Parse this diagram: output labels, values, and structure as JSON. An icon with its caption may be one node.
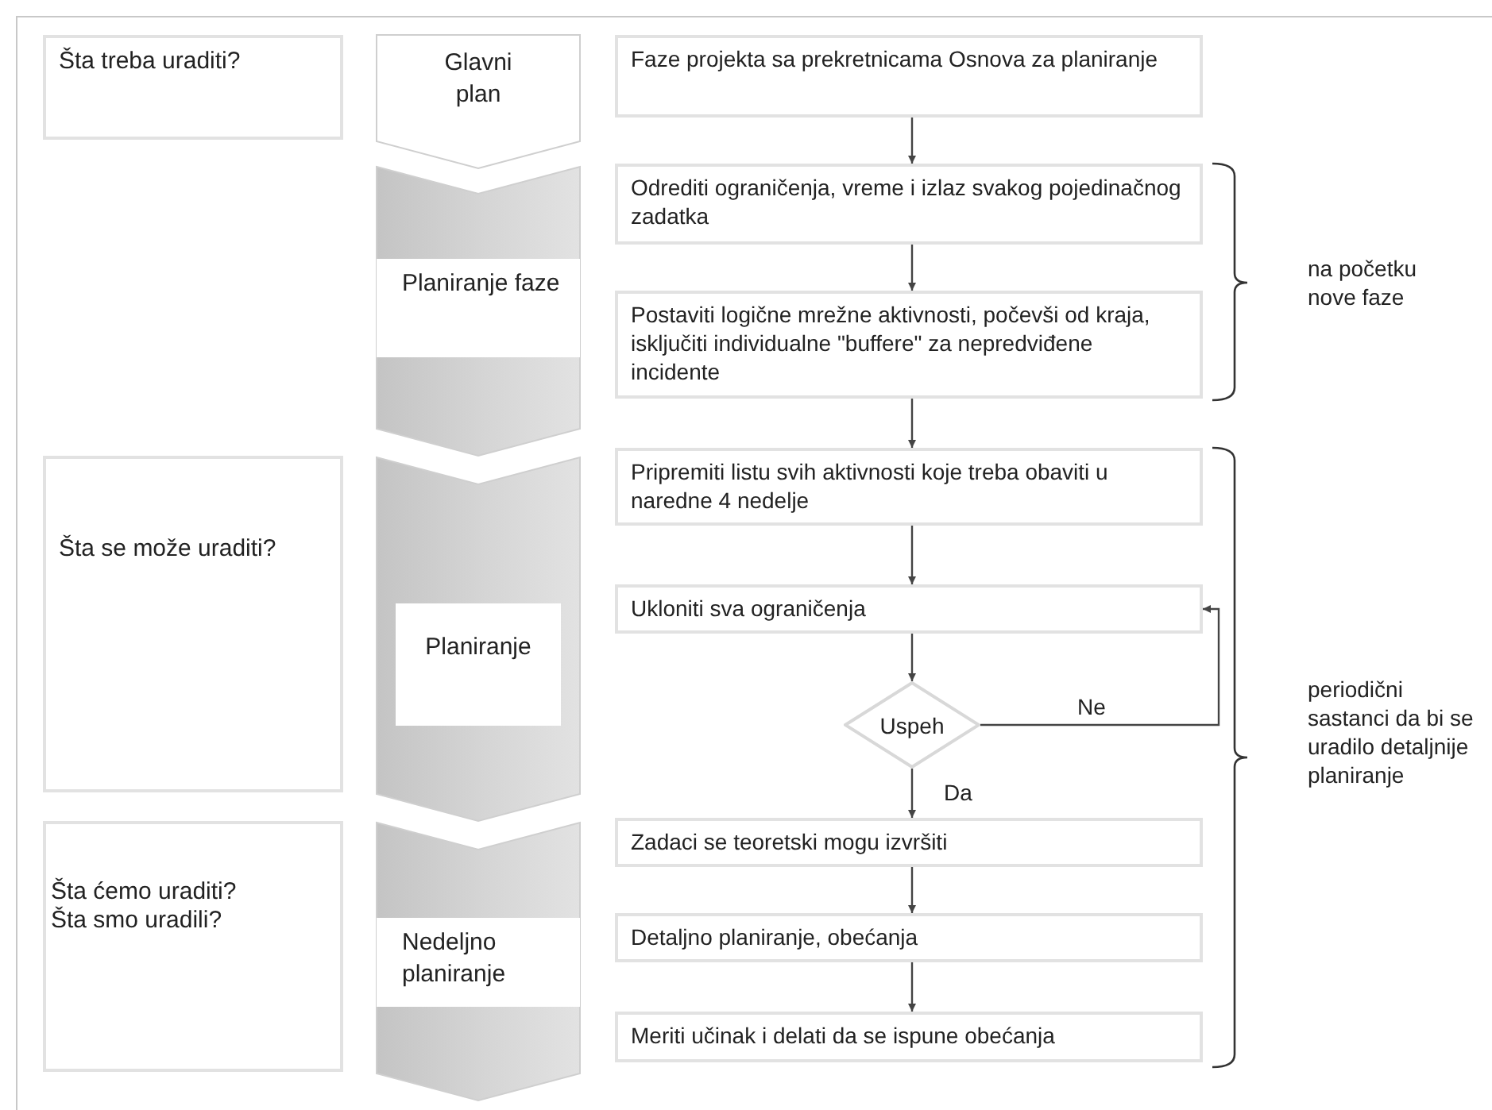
{
  "diagram": {
    "nodes": [
      {
        "text": [
          "Šta treba uraditi?"
        ]
      },
      {
        "text": [
          "Šta se može uraditi?"
        ]
      },
      {
        "text": [
          "Šta ćemo uraditi? Šta smo uradili?"
        ]
      },
      {
        "text": [
          "Glavni plan"
        ]
      },
      {
        "text": [
          "Planiranje faze"
        ]
      },
      {
        "text": [
          "Planiranje"
        ]
      },
      {
        "text": [
          "Nedeljno planiranje"
        ]
      },
      {
        "text": [
          "Faze projekta sa prekretnicama Osnova za planiranje"
        ]
      },
      {
        "text": [
          "Odrediti ograničenja, vreme i izlaz svakog pojedinačnog zadatka"
        ]
      },
      {
        "text": [
          "Postaviti logične mrežne aktivnosti, počevši od kraja, isključiti individualne \"buffere\" za nepredviđene incidente"
        ]
      },
      {
        "text": [
          "Pripremiti listu svih aktivnosti koje treba obaviti u naredne 4 nedelje"
        ]
      },
      {
        "text": [
          "Ukloniti sva ograničenja"
        ]
      },
      {
        "text": [
          "Uspeh"
        ]
      },
      {
        "text": [
          "Zadaci se teoretski mogu izvršiti"
        ]
      },
      {
        "text": [
          "Detaljno planiranje, obećanja"
        ]
      },
      {
        "text": [
          "Meriti učinak i delati da se ispune obećanja"
        ]
      }
    ],
    "edges": [
      {
        "from": 7,
        "to": 8,
        "arrow": "to"
      },
      {
        "from": 8,
        "to": 9,
        "arrow": "to"
      },
      {
        "from": 9,
        "to": 10,
        "arrow": "to"
      },
      {
        "from": 10,
        "to": 11,
        "arrow": "to"
      },
      {
        "from": 11,
        "to": 12,
        "arrow": "to"
      },
      {
        "from": 12,
        "to": 11,
        "arrow": "to",
        "label": "Ne"
      },
      {
        "from": 12,
        "to": 13,
        "arrow": "to",
        "label": "Da"
      },
      {
        "from": 13,
        "to": 14,
        "arrow": "to"
      },
      {
        "from": 14,
        "to": 15,
        "arrow": "to"
      }
    ],
    "labels": [
      "na početku nove faze",
      "periodični sastanci da bi se uradilo detaljnije planiranje"
    ]
  }
}
